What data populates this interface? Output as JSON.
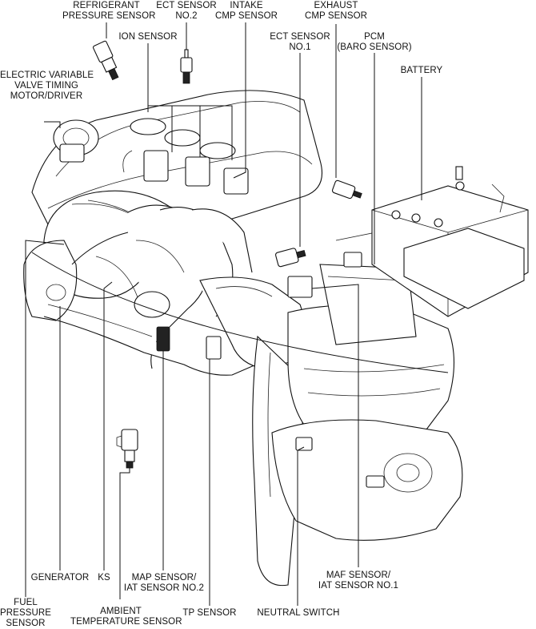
{
  "labels": {
    "refrigerant_pressure_sensor": [
      "REFRIGERANT",
      "PRESSURE SENSOR"
    ],
    "ect_sensor_no2": [
      "ECT SENSOR",
      "NO.2"
    ],
    "intake_cmp_sensor": [
      "INTAKE",
      "CMP SENSOR"
    ],
    "exhaust_cmp_sensor": [
      "EXHAUST",
      "CMP SENSOR"
    ],
    "ion_sensor": [
      "ION SENSOR"
    ],
    "ect_sensor_no1": [
      "ECT SENSOR",
      "NO.1"
    ],
    "pcm": [
      "PCM",
      "(BARO SENSOR)"
    ],
    "battery": [
      "BATTERY"
    ],
    "electric_vvt": [
      "ELECTRIC VARIABLE",
      "VALVE TIMING",
      "MOTOR/DRIVER"
    ],
    "generator": [
      "GENERATOR"
    ],
    "ks": [
      "KS"
    ],
    "map_sensor": [
      "MAP SENSOR/",
      "IAT SENSOR NO.2"
    ],
    "maf_sensor": [
      "MAF SENSOR/",
      "IAT SENSOR NO.1"
    ],
    "fuel_pressure_sensor": [
      "FUEL",
      "PRESSURE",
      "SENSOR"
    ],
    "ambient_temperature_sensor": [
      "AMBIENT",
      "TEMPERATURE SENSOR"
    ],
    "tp_sensor": [
      "TP SENSOR"
    ],
    "neutral_switch": [
      "NEUTRAL SWITCH"
    ]
  }
}
